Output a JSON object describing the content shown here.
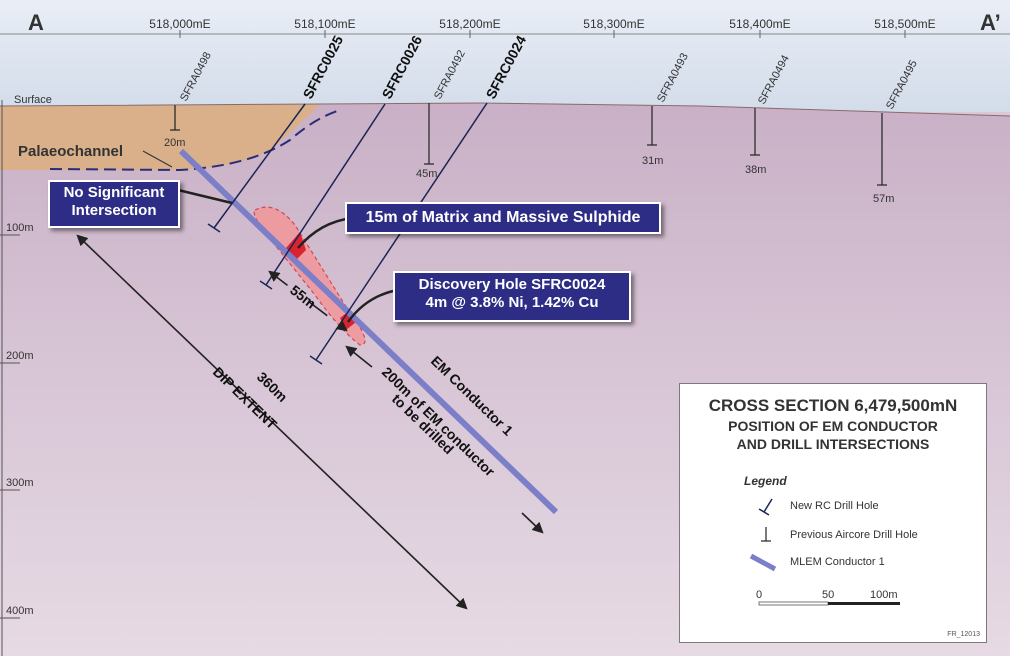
{
  "colors": {
    "sky": "#dfe6f2",
    "ground": "#d7c3d3",
    "palaeochannel": "#d9b08a",
    "em_conductor": "#7c7fc8",
    "sulphide": "#f26a72",
    "callout_bg": "#2e2d86",
    "drill_line": "#1a2456"
  },
  "section_labels": {
    "left": "A",
    "right": "A’"
  },
  "eastings": [
    "518,000mE",
    "518,100mE",
    "518,200mE",
    "518,300mE",
    "518,400mE",
    "518,500mE"
  ],
  "depths": [
    "100m",
    "200m",
    "300m",
    "400m"
  ],
  "surface_label": "Surface",
  "palaeochannel_label": "Palaeochannel",
  "new_holes": [
    "SFRC0025",
    "SFRC0026",
    "SFRC0024"
  ],
  "aircore_holes": [
    {
      "name": "SFRA0498",
      "depth": "20m"
    },
    {
      "name": "SFRA0492",
      "depth": "45m"
    },
    {
      "name": "SFRA0493",
      "depth": "31m"
    },
    {
      "name": "SFRA0494",
      "depth": "38m"
    },
    {
      "name": "SFRA0495",
      "depth": "57m"
    }
  ],
  "callouts": {
    "no_intersection": [
      "No Significant",
      "Intersection"
    ],
    "matrix": "15m of Matrix and Massive Sulphide",
    "discovery": [
      "Discovery Hole SFRC0024",
      "4m @ 3.8% Ni, 1.42% Cu"
    ]
  },
  "annotations": {
    "length_55": "55m",
    "em_conductor": "EM Conductor 1",
    "to_drill": [
      "200m of EM conductor",
      "to be drilled"
    ],
    "dip": [
      "360m",
      "DIP EXTENT"
    ]
  },
  "legend": {
    "title": "CROSS SECTION 6,479,500mN",
    "subtitle": [
      "POSITION OF EM CONDUCTOR",
      "AND DRILL INTERSECTIONS"
    ],
    "heading": "Legend",
    "items": [
      "New RC Drill Hole",
      "Previous Aircore Drill Hole",
      "MLEM Conductor 1"
    ],
    "scale": [
      "0",
      "50",
      "100m"
    ]
  },
  "figure_id": "FR_12013"
}
